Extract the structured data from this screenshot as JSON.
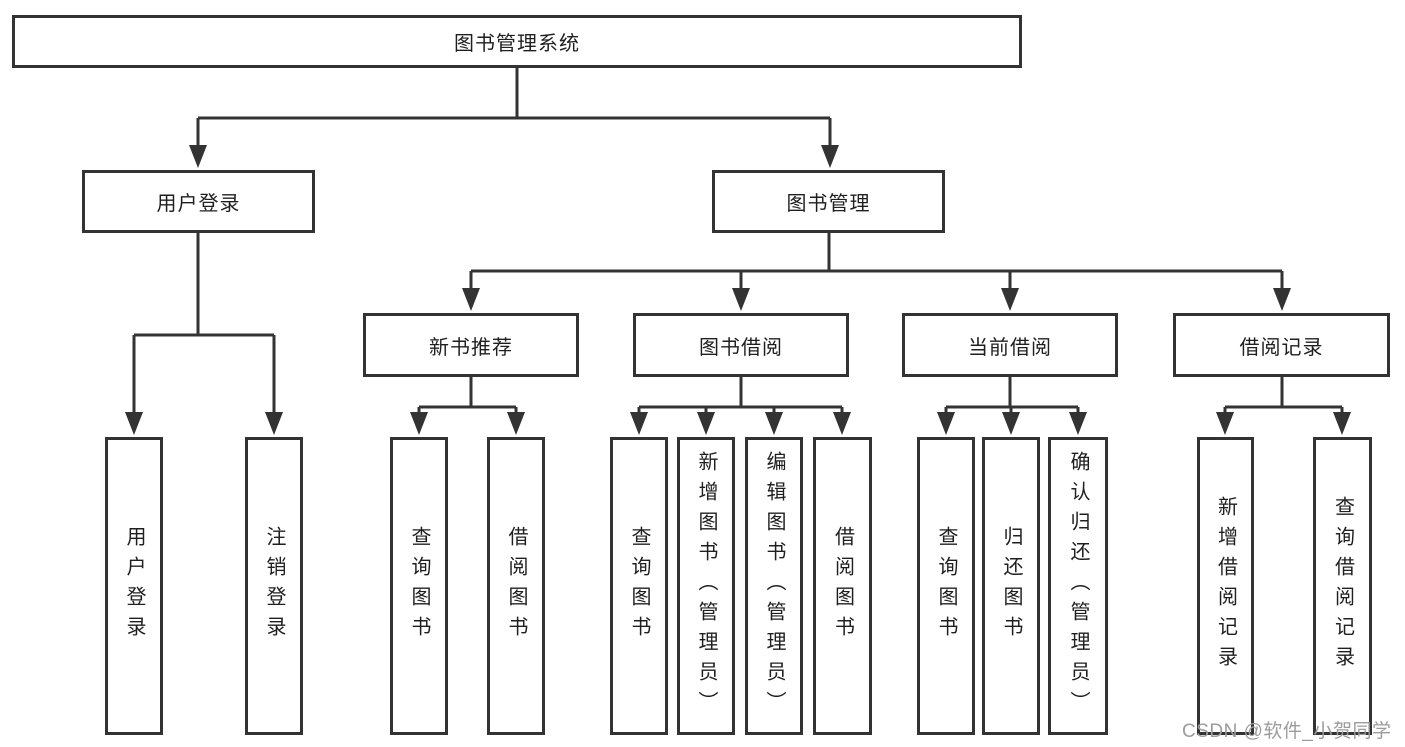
{
  "diagram": {
    "root": "图书管理系统",
    "login": {
      "label": "用户登录",
      "children": [
        "用户登录",
        "注销登录"
      ]
    },
    "manage": {
      "label": "图书管理"
    },
    "sections": [
      {
        "label": "新书推荐",
        "children": [
          "查询图书",
          "借阅图书"
        ]
      },
      {
        "label": "图书借阅",
        "children": [
          "查询图书",
          "新增图书（管理员）",
          "编辑图书（管理员）",
          "借阅图书"
        ]
      },
      {
        "label": "当前借阅",
        "children": [
          "查询图书",
          "归还图书",
          "确认归还（管理员）"
        ]
      },
      {
        "label": "借阅记录",
        "children": [
          "新增借阅记录",
          "查询借阅记录"
        ]
      }
    ]
  },
  "watermark": {
    "text": "CSDN @软件_小贺同学"
  },
  "colors": {
    "line": "#333333",
    "text": "#1f1f1f",
    "watermark": "#9c9c9c",
    "background": "#ffffff"
  }
}
